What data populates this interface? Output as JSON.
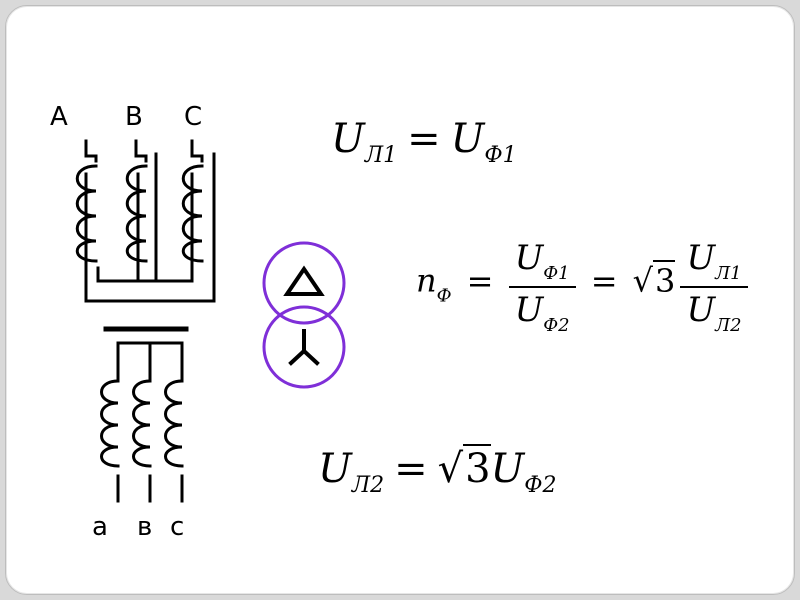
{
  "labels": {
    "primary": [
      "A",
      "B",
      "C"
    ],
    "secondary": [
      "а",
      "в",
      "с"
    ]
  },
  "symbols": {
    "primary_connection": "delta",
    "secondary_connection": "star",
    "circle_color": "#7f2fd8"
  },
  "formula1": {
    "lhs": "U",
    "lhs_sub": "Л1",
    "eq": "=",
    "rhs": "U",
    "rhs_sub": "Ф1"
  },
  "formula2": {
    "lhs": "n",
    "lhs_sub": "Ф",
    "eq1": "=",
    "num1": "U",
    "num1_sub": "Ф1",
    "den1": "U",
    "den1_sub": "Ф2",
    "eq2": "=",
    "sqrt": "3",
    "num2": "U",
    "num2_sub": "Л1",
    "den2": "U",
    "den2_sub": "Л2"
  },
  "formula3": {
    "lhs": "U",
    "lhs_sub": "Л2",
    "eq": "=",
    "sqrt": "3",
    "rhs": "U",
    "rhs_sub": "Ф2"
  }
}
